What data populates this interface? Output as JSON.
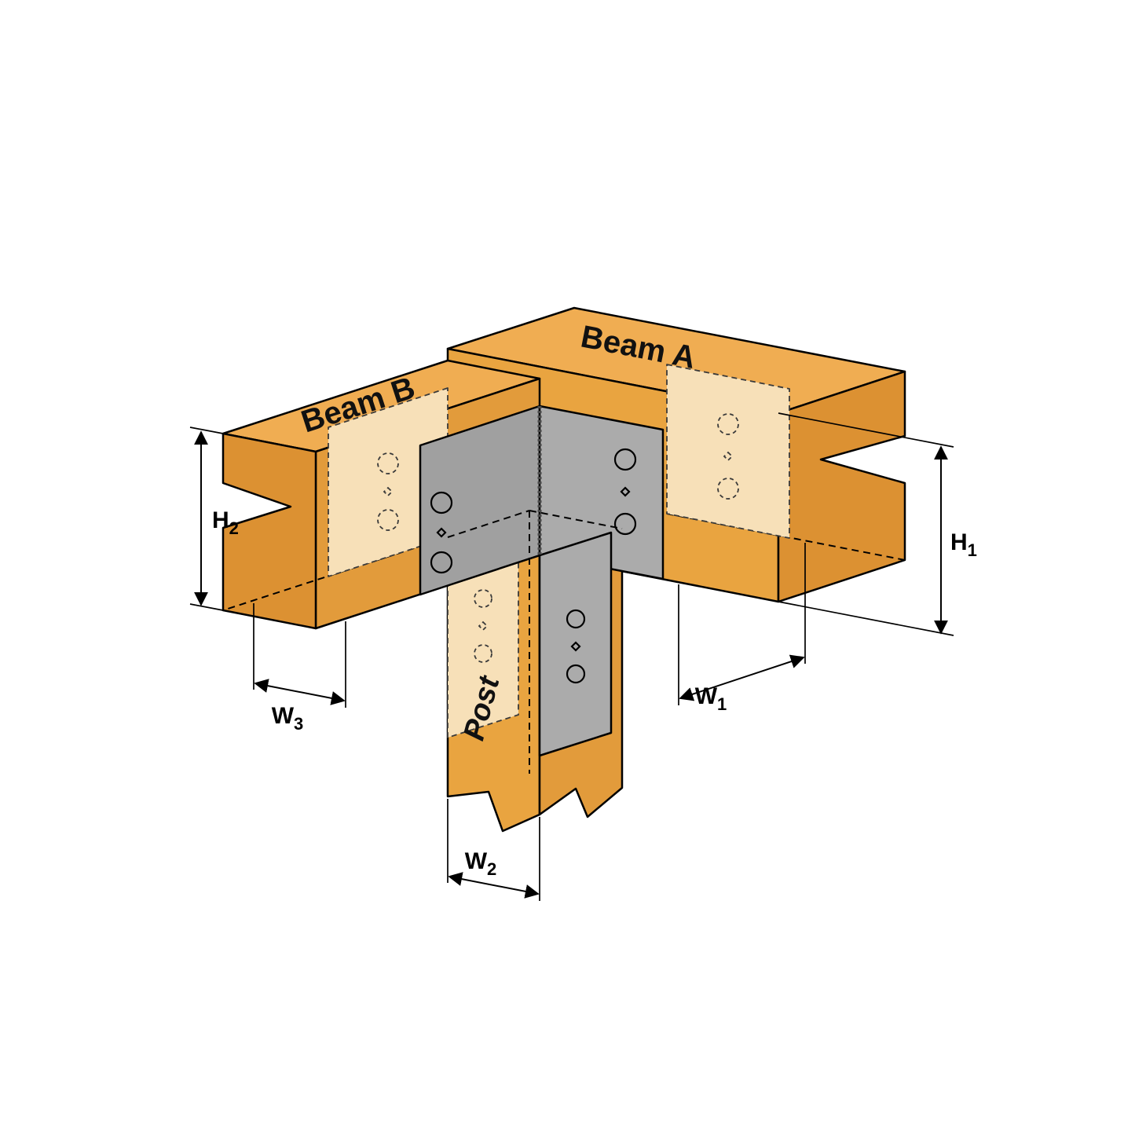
{
  "diagram": {
    "member_labels": {
      "beam_a": "Beam A",
      "beam_b": "Beam B",
      "post": "Post"
    },
    "dimension_labels": {
      "h1": {
        "base": "H",
        "sub": "1"
      },
      "h2": {
        "base": "H",
        "sub": "2"
      },
      "w1": {
        "base": "W",
        "sub": "1"
      },
      "w2": {
        "base": "W",
        "sub": "2"
      },
      "w3": {
        "base": "W",
        "sub": "3"
      }
    },
    "colors": {
      "background": "#FFFFFF",
      "wood_top": "#F0AD52",
      "wood_front": "#E9A440",
      "wood_side": "#E29B3B",
      "wood_end": "#DC9132",
      "wood_ghost": "#F7E0B8",
      "steel": "#ABABAB",
      "steel_dark": "#A0A0A0",
      "outline": "#000000"
    }
  }
}
